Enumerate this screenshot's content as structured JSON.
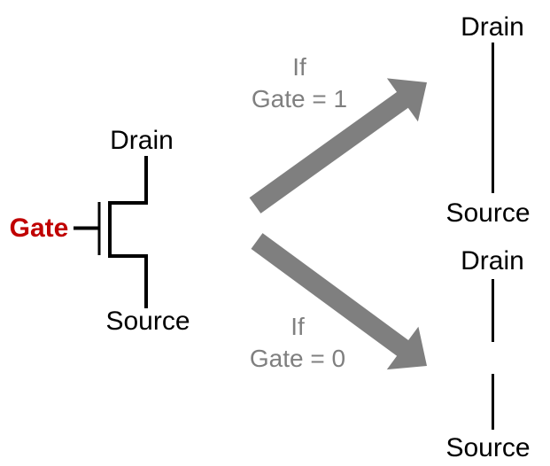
{
  "colors": {
    "wire": "#000000",
    "gate_red": "#c00000",
    "gray": "#7f7f7f",
    "background": "#ffffff"
  },
  "transistor": {
    "drain": "Drain",
    "gate": "Gate",
    "source": "Source"
  },
  "case_gate1": {
    "cond_line1": "If",
    "cond_line2": "Gate = 1",
    "drain": "Drain",
    "source": "Source",
    "channel_state": "connected"
  },
  "case_gate0": {
    "cond_line1": "If",
    "cond_line2": "Gate = 0",
    "drain": "Drain",
    "source": "Source",
    "channel_state": "open"
  }
}
